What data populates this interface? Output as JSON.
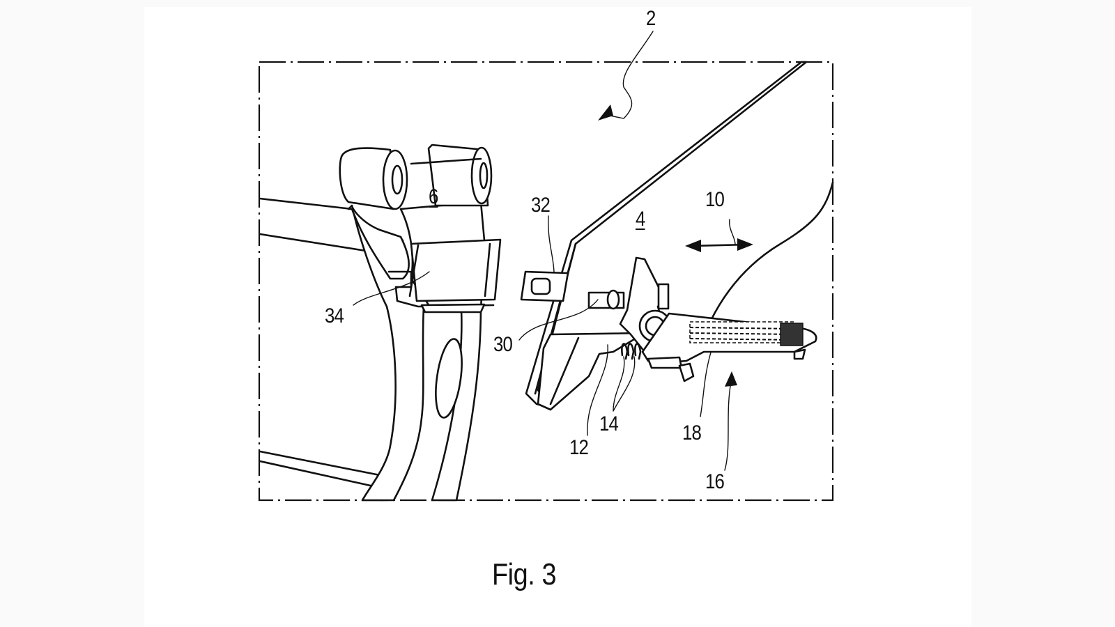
{
  "figure": {
    "caption": "Fig. 3",
    "kind": "patent-drawing",
    "background_color": "#fafafa",
    "sheet_color": "#ffffff",
    "ink_color": "#111111"
  },
  "reference_numerals": {
    "assembly": "2",
    "panel": "4",
    "bracket": "6",
    "direction": "10",
    "rail": "12",
    "springs": "14",
    "footrest_assembly": "16",
    "footrest_pad": "18",
    "pin": "30",
    "clip": "32",
    "receptacle": "34"
  },
  "underlined_numerals": [
    "4",
    "6"
  ],
  "arrows": {
    "direction_10": "double-headed horizontal arrow"
  }
}
